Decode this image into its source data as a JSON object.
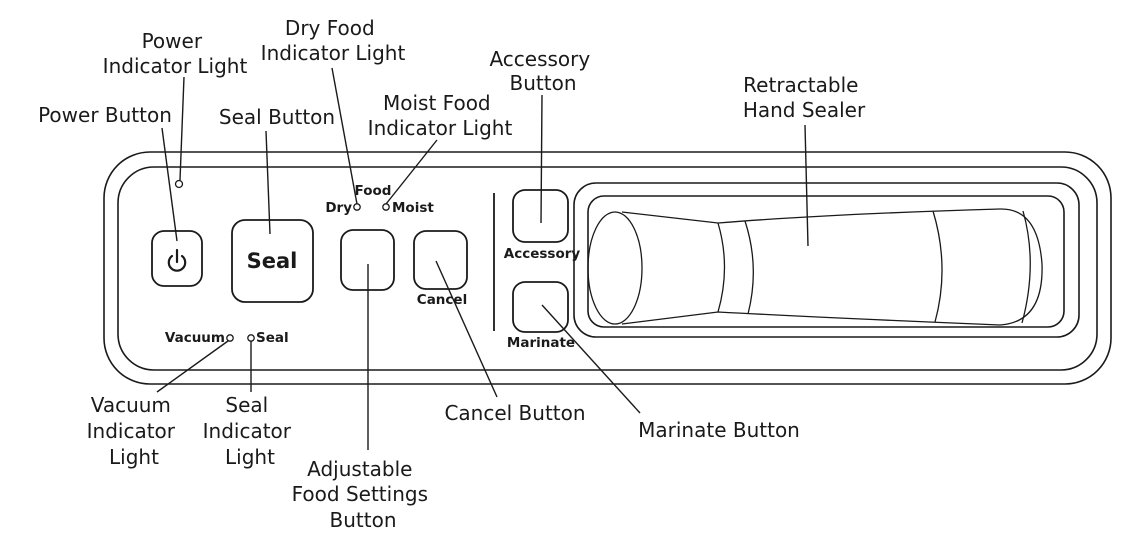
{
  "panel": {
    "seal_button_text": "Seal",
    "food_label": "Food",
    "dry_label": "Dry",
    "moist_label": "Moist",
    "accessory_label": "Accessory",
    "cancel_label": "Cancel",
    "marinate_label": "Marinate",
    "vacuum_label": "Vacuum",
    "seal_indicator_label": "Seal"
  },
  "callouts": {
    "power_indicator_light": [
      "Power",
      "Indicator Light"
    ],
    "dry_food_indicator_light": [
      "Dry Food",
      "Indicator Light"
    ],
    "accessory_button": [
      "Accessory",
      "Button"
    ],
    "retractable_hand_sealer": [
      "Retractable",
      "Hand Sealer"
    ],
    "power_button": [
      "Power Button"
    ],
    "seal_button": [
      "Seal Button"
    ],
    "moist_food_indicator_light": [
      "Moist Food",
      "Indicator Light"
    ],
    "vacuum_indicator_light": [
      "Vacuum",
      "Indicator",
      "Light"
    ],
    "seal_indicator_light": [
      "Seal",
      "Indicator",
      "Light"
    ],
    "cancel_button": [
      "Cancel Button"
    ],
    "marinate_button": [
      "Marinate Button"
    ],
    "adjustable_food_settings_button": [
      "Adjustable",
      "Food Settings",
      "Button"
    ]
  },
  "icons": {
    "power": "power-icon"
  },
  "colors": {
    "line": "#1a1a1a",
    "background": "#ffffff"
  }
}
